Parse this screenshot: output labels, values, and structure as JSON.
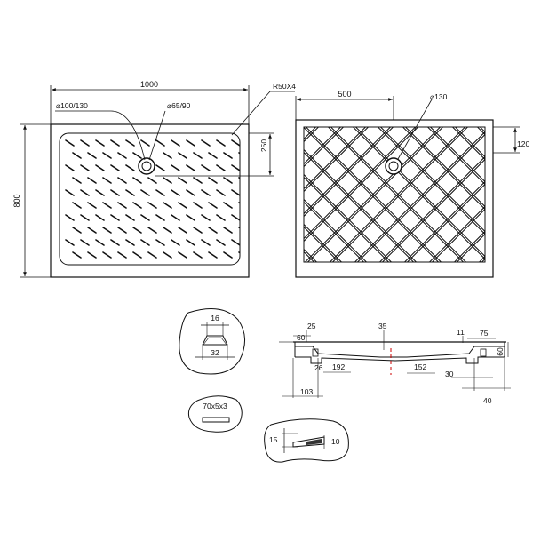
{
  "plan": {
    "width_label": "1000",
    "height_label": "800",
    "drain_outer_label": "⌀100/130",
    "drain_inner_label": "⌀65/90",
    "corner_label": "R50X4",
    "drain_offset_label": "250"
  },
  "underside": {
    "half_width_label": "500",
    "drain_label": "⌀130",
    "drain_offset_label": "120"
  },
  "detail_groove": {
    "width_label": "16",
    "base_label": "32"
  },
  "detail_rib": {
    "size_label": "70x5x3"
  },
  "detail_edge": {
    "height_label": "15",
    "depth_label": "10"
  },
  "section": {
    "rim_label": "25",
    "left_lip_label": "60",
    "center_label": "35",
    "rib_label": "26",
    "seg_label": "192",
    "seg2_label": "152",
    "base_label": "103",
    "r_small_label": "11",
    "r_top_label": "75",
    "r_height_label": "60",
    "r_inner_label": "30",
    "r_bottom_label": "40"
  },
  "colors": {
    "line": "#111111",
    "accent": "#cc0000"
  }
}
